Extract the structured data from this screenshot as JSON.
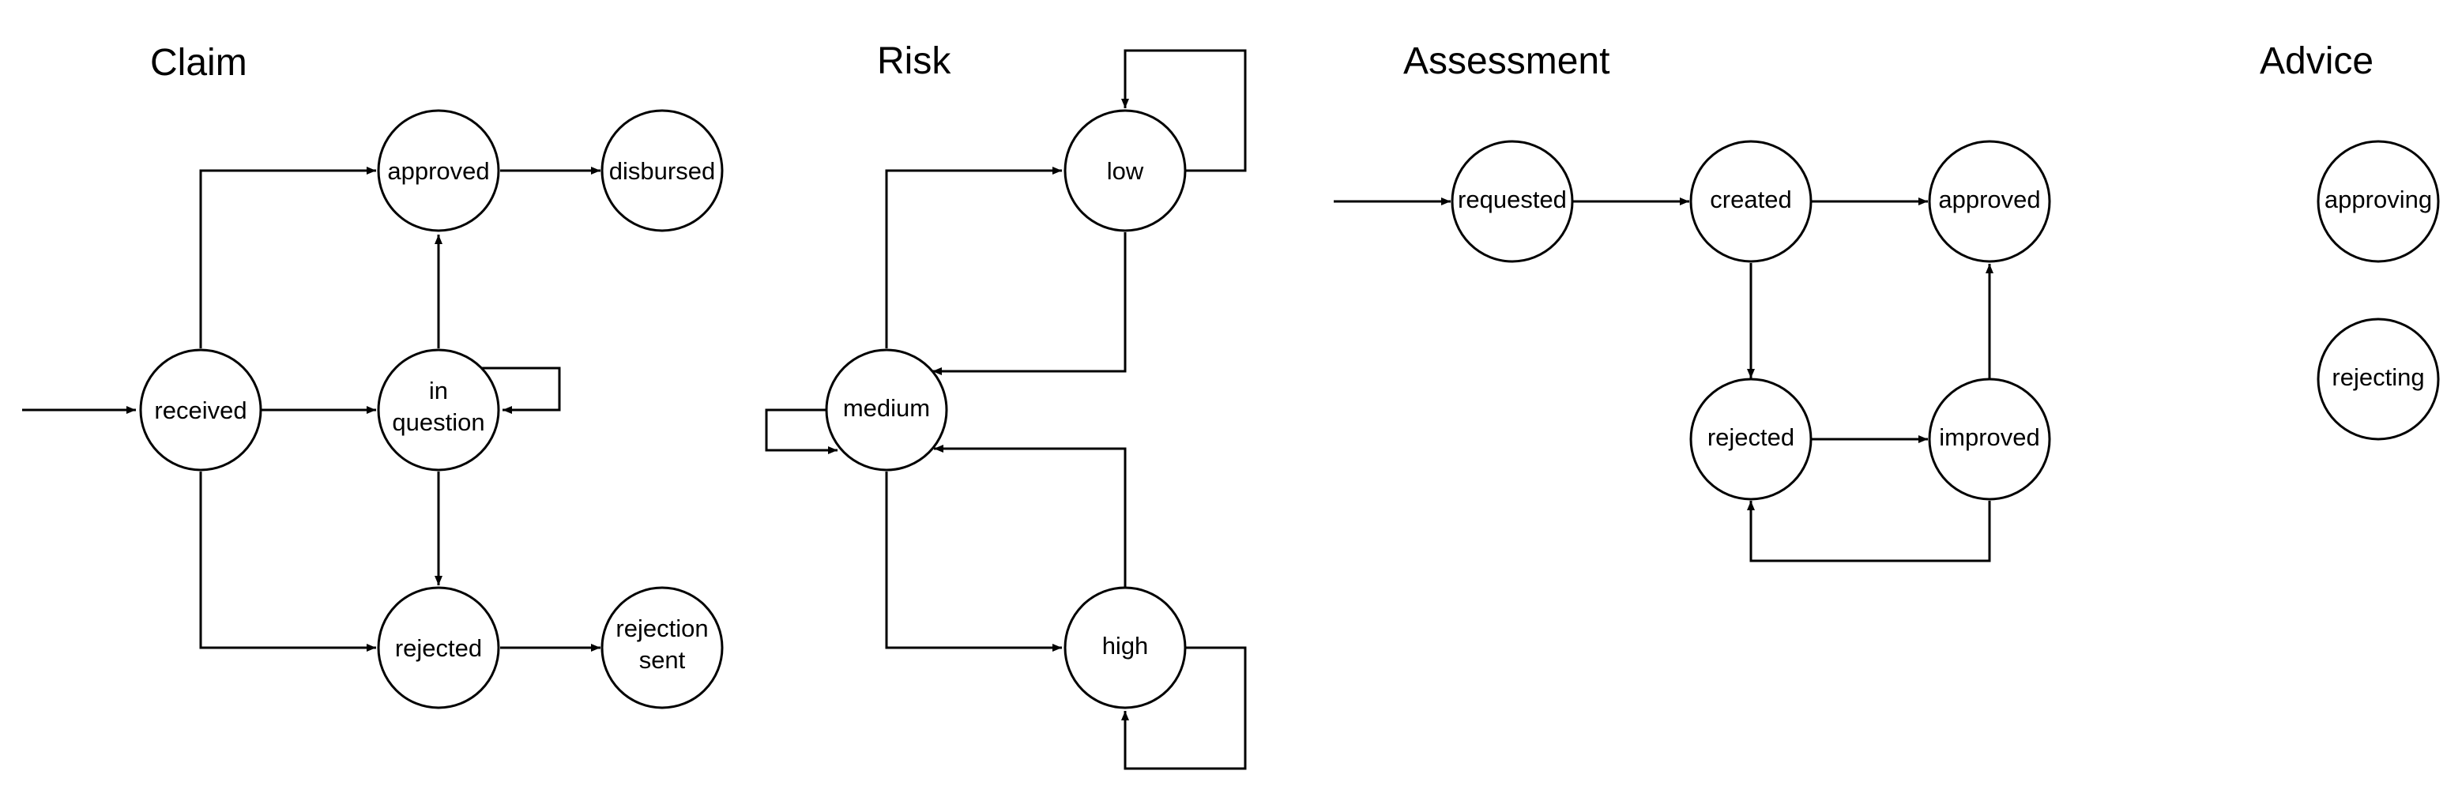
{
  "style": {
    "line_color": "#000000",
    "fill_color": "#ffffff",
    "background": "#ffffff"
  },
  "sections": {
    "claim": {
      "title": "Claim",
      "states": {
        "received": "received",
        "approved": "approved",
        "disbursed": "disbursed",
        "in_question_line1": "in",
        "in_question_line2": "question",
        "rejected": "rejected",
        "rejection_sent_line1": "rejection",
        "rejection_sent_line2": "sent"
      }
    },
    "risk": {
      "title": "Risk",
      "states": {
        "low": "low",
        "medium": "medium",
        "high": "high"
      }
    },
    "assessment": {
      "title": "Assessment",
      "states": {
        "requested": "requested",
        "created": "created",
        "approved": "approved",
        "rejected": "rejected",
        "improved": "improved"
      }
    },
    "advice": {
      "title": "Advice",
      "states": {
        "approving": "approving",
        "rejecting": "rejecting"
      }
    }
  }
}
